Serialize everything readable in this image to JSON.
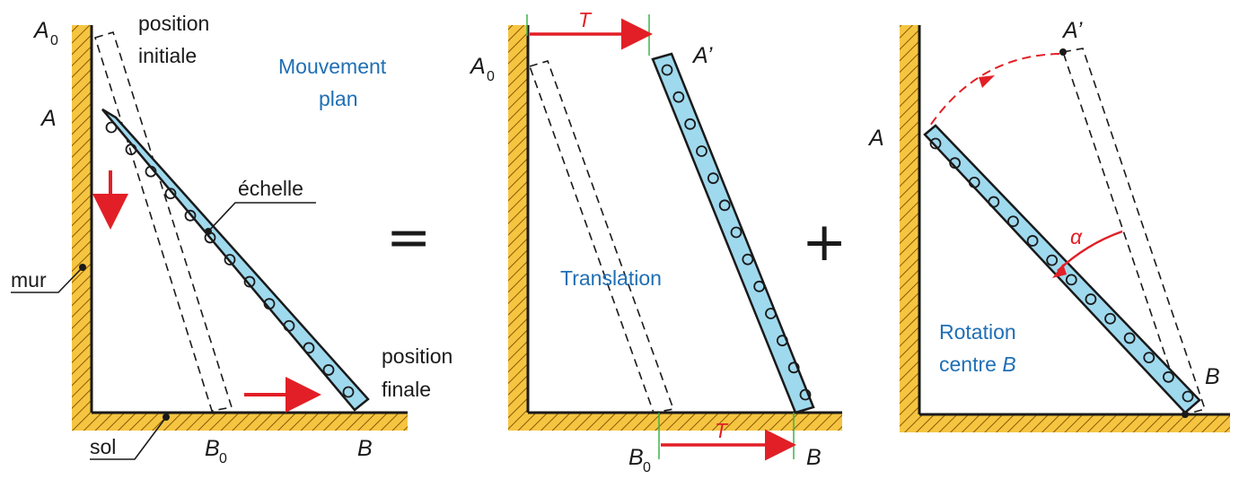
{
  "colors": {
    "hatch_fill": "#f5c542",
    "hatch_line": "#8a5a00",
    "ladder_fill": "#9fd9ee",
    "ladder_stroke": "#1a1a1a",
    "arrow_red": "#e21f26",
    "label_blue": "#1f6fb4",
    "guide_green": "#3cb44b"
  },
  "panel1": {
    "label_A0": "A",
    "label_A0_sub": "0",
    "label_A": "A",
    "label_B0": "B",
    "label_B0_sub": "0",
    "label_B": "B",
    "position_initiale_line1": "position",
    "position_initiale_line2": "initiale",
    "mouvement_line1": "Mouvement",
    "mouvement_line2": "plan",
    "echelle": "échelle",
    "mur": "mur",
    "sol": "sol",
    "position_finale_line1": "position",
    "position_finale_line2": "finale"
  },
  "equals_sign": "=",
  "plus_sign": "+",
  "panel2": {
    "label_T_top": "T",
    "label_T_bottom": "T",
    "label_A0": "A",
    "label_A0_sub": "0",
    "label_A_prime": "A’",
    "label_B0": "B",
    "label_B0_sub": "0",
    "label_B": "B",
    "translation": "Translation"
  },
  "panel3": {
    "label_A_prime": "A’",
    "label_A": "A",
    "label_B": "B",
    "label_alpha": "α",
    "rotation_line1": "Rotation",
    "rotation_line2_prefix": "centre ",
    "rotation_line2_B": "B"
  }
}
